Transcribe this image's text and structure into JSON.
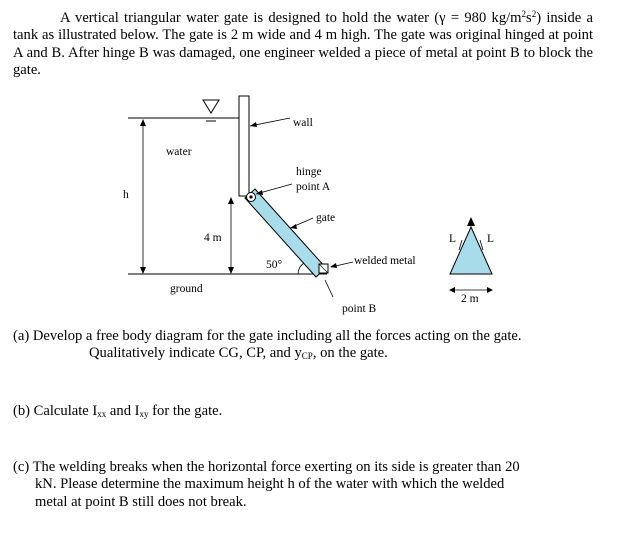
{
  "intro": {
    "text_before_sup": "A vertical triangular water gate is designed to hold the water (γ = 980 kg/m",
    "sup1": "2",
    "mid": "s",
    "sup2": "2",
    "after": ") inside a tank as illustrated below. The gate is 2 m wide and 4 m high. The gate was original hinged at point A and B. After hinge B was damaged, one engineer welded a piece of metal at point B to block the gate."
  },
  "figure": {
    "labels": {
      "wall": "wall",
      "water": "water",
      "hinge": "hinge",
      "point_a": "point A",
      "h": "h",
      "gate": "gate",
      "four_m": "4 m",
      "angle": "50°",
      "welded_metal": "welded metal",
      "ground": "ground",
      "point_b": "point B",
      "L_left": "L",
      "L_right": "L",
      "two_m": "2 m"
    },
    "colors": {
      "gate_fill": "#a9dcea",
      "triangle_fill": "#a9dcea",
      "stroke": "#000000"
    }
  },
  "part_a": {
    "line1": "(a) Develop a free body diagram for the gate including all the forces acting on the gate.",
    "line2_pre": "Qualitatively indicate CG, CP, and y",
    "line2_sub": "CP",
    "line2_post": ", on the gate."
  },
  "part_b": {
    "pre": "(b) Calculate I",
    "sub1": "xx",
    "mid": " and I",
    "sub2": "xy",
    "post": " for the gate."
  },
  "part_c": {
    "line1": "(c) The welding breaks when the horizontal force exerting on its side is greater than 20",
    "line2": "kN. Please determine the maximum height h of the water with which the welded",
    "line3": "metal at point B still does not break."
  }
}
